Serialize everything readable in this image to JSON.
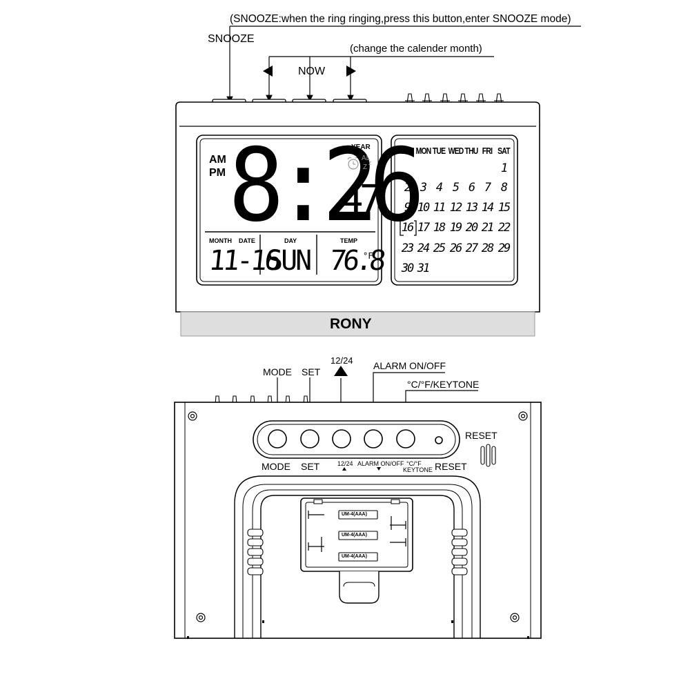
{
  "front": {
    "annotations": {
      "snooze_note": "(SNOOZE:when the ring ringing,press this button,enter SNOOZE mode)",
      "snooze": "SNOOZE",
      "month_note": "(change the calender month)",
      "now": "NOW"
    },
    "clock": {
      "am": "AM",
      "pm": "PM",
      "time": "8:26",
      "seconds": "47",
      "year_label": "YEAR",
      "al": "AL",
      "zz": "Z",
      "month_label": "MONTH",
      "date_label": "DATE",
      "day_label": "DAY",
      "temp_label": "TEMP",
      "month_date": "11-16",
      "day": "SUN",
      "temp": "76.8",
      "temp_unit": "°F"
    },
    "calendar": {
      "weekdays": [
        "SUN",
        "MON",
        "TUE",
        "WED",
        "THU",
        "FRI",
        "SAT"
      ],
      "weeks": [
        [
          "",
          "",
          "",
          "",
          "",
          "",
          "1"
        ],
        [
          "2",
          "3",
          "4",
          "5",
          "6",
          "7",
          "8"
        ],
        [
          "9",
          "10",
          "11",
          "12",
          "13",
          "14",
          "15"
        ],
        [
          "16",
          "17",
          "18",
          "19",
          "20",
          "21",
          "22"
        ],
        [
          "23",
          "24",
          "25",
          "26",
          "27",
          "28",
          "29"
        ],
        [
          "30",
          "31",
          "",
          "",
          "",
          "",
          ""
        ]
      ],
      "highlighted_day": "16"
    },
    "brand": "RONY"
  },
  "back": {
    "annotations": {
      "mode": "MODE",
      "set": "SET",
      "h1224": "12/24",
      "alarm": "ALARM ON/OFF",
      "keytone": "°C/°F/KEYTONE",
      "reset": "RESET"
    },
    "labels": {
      "mode": "MODE",
      "set": "SET",
      "h1224": "12/24",
      "alarm": "ALARM ON/OFF",
      "cf": "°C/°F",
      "keytone": "KEYTONE",
      "reset": "RESET"
    },
    "battery_label": "UM-4(AAA)"
  }
}
